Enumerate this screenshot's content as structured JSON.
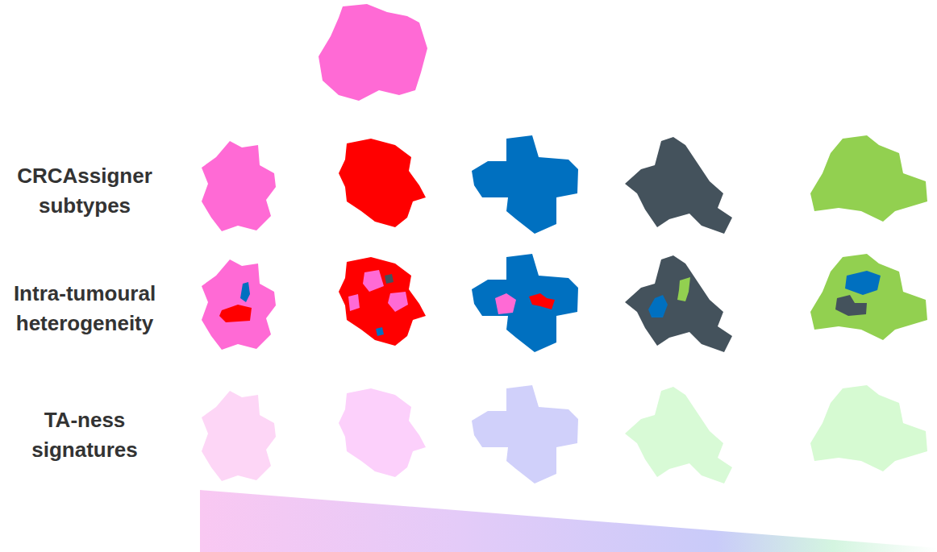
{
  "diagram": {
    "labels": [
      "CRCAssigner subtypes",
      "Intra-tumoural heterogeneity",
      "TA-ness signatures"
    ]
  }
}
